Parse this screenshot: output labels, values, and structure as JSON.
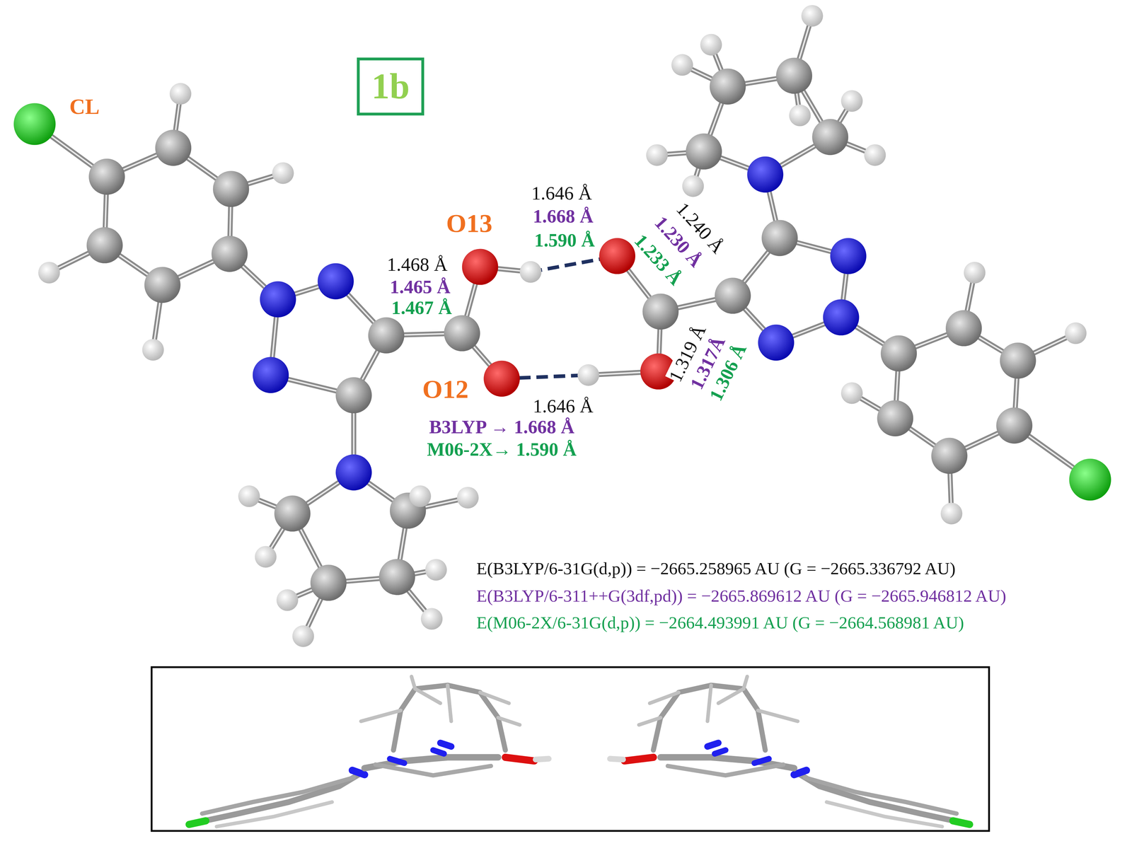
{
  "diagram": {
    "nodes": [
      {
        "text": [
          "1b"
        ]
      }
    ],
    "labels": [
      "CL",
      "1.646 Å",
      "1.668 Å",
      "1.590 Å",
      "O13",
      "1.468 Å",
      "1.465 Å",
      "1.467 Å",
      "1.240 Å",
      "1.230 Å",
      "1.233 Å",
      "1.319 Å",
      "1.317Å",
      "1.306 Å",
      "O12",
      "1.646 Å",
      "B3LYP → 1.668 Å",
      "M06-2X→ 1.590 Å",
      "E(B3LYP/6-31G(d,p)) = −2665.258965 AU (G = −2665.336792 AU)",
      "E(B3LYP/6-311++G(3df,pd)) = −2665.869612 AU (G = −2665.946812 AU)",
      "E(M06-2X/6-31G(d,p)) = −2664.493991 AU (G = −2664.568981 AU)"
    ]
  }
}
